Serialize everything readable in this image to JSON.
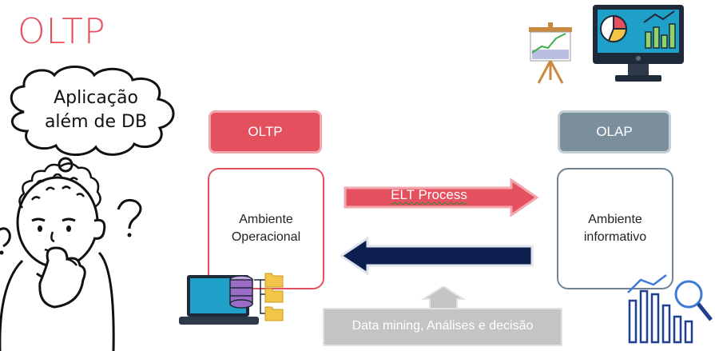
{
  "title": "OLTP",
  "thought_bubble": {
    "line1": "Aplicação",
    "line2": "além de DB"
  },
  "oltp": {
    "header": "OLTP",
    "panel_line1": "Ambiente",
    "panel_line2": "Operacional"
  },
  "olap": {
    "header": "OLAP",
    "panel_line1": "Ambiente",
    "panel_line2": "informativo"
  },
  "arrows": {
    "elt_label": "ELT Process",
    "feedback_label": "Data mining, Análises e decisão"
  },
  "colors": {
    "oltp": "#e5505f",
    "olap": "#7b8e9c",
    "navy": "#0d1f4f",
    "gray": "#c4c4c4"
  },
  "icons": [
    "presentation-board-icon",
    "analytics-monitor-icon",
    "laptop-database-icon",
    "bar-chart-magnifier-icon",
    "thinking-person-illustration"
  ]
}
